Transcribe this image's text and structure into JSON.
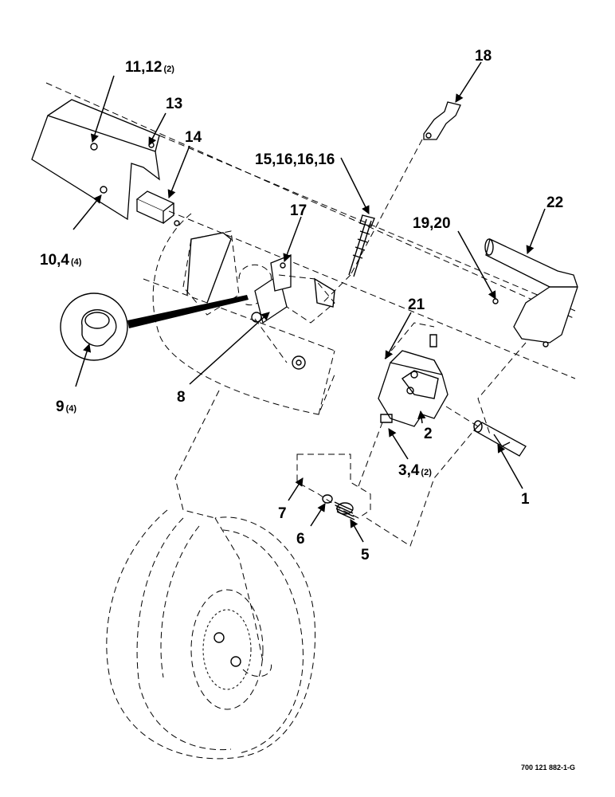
{
  "callouts": [
    {
      "id": "c1",
      "main": "1",
      "sub": ""
    },
    {
      "id": "c2",
      "main": "2",
      "sub": ""
    },
    {
      "id": "c3",
      "main": "3,4",
      "sub": "(2)"
    },
    {
      "id": "c5",
      "main": "5",
      "sub": ""
    },
    {
      "id": "c6",
      "main": "6",
      "sub": ""
    },
    {
      "id": "c7",
      "main": "7",
      "sub": ""
    },
    {
      "id": "c8",
      "main": "8",
      "sub": ""
    },
    {
      "id": "c9",
      "main": "9",
      "sub": "(4)"
    },
    {
      "id": "c10",
      "main": "10,4",
      "sub": "(4)"
    },
    {
      "id": "c11",
      "main": "11,12",
      "sub": "(2)"
    },
    {
      "id": "c13",
      "main": "13",
      "sub": ""
    },
    {
      "id": "c14",
      "main": "14",
      "sub": ""
    },
    {
      "id": "c15",
      "main": "15,16,16,16",
      "sub": ""
    },
    {
      "id": "c17",
      "main": "17",
      "sub": ""
    },
    {
      "id": "c18",
      "main": "18",
      "sub": ""
    },
    {
      "id": "c19",
      "main": "19,20",
      "sub": ""
    },
    {
      "id": "c21",
      "main": "21",
      "sub": ""
    },
    {
      "id": "c22",
      "main": "22",
      "sub": ""
    }
  ],
  "drawing_number": "700 121 882-1-G"
}
